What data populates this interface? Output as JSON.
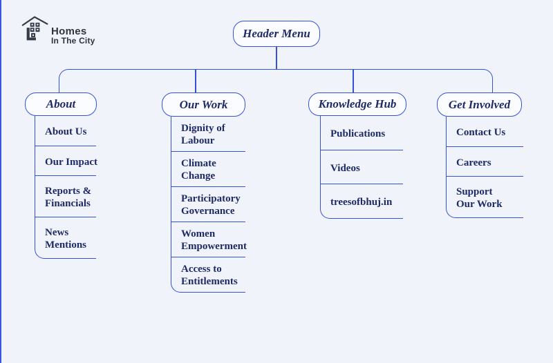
{
  "page": {
    "background_color": "#f1f3fb",
    "line_color": "#3351d8",
    "text_color": "#1d2a66",
    "node_fill_color": "#fbfcff",
    "left_edge_color": "#3b56e0"
  },
  "logo": {
    "name": "Homes In The City",
    "line1": "Homes",
    "line2": "In The City",
    "icon": "house-logo-icon",
    "icon_color": "#343a46"
  },
  "root": {
    "label": "Header Menu"
  },
  "branches": [
    {
      "label": "About",
      "items": [
        "About Us",
        "Our Impact",
        "Reports &\nFinancials",
        "News\nMentions"
      ]
    },
    {
      "label": "Our Work",
      "items": [
        "Dignity of\nLabour",
        "Climate\nChange",
        "Participatory\nGovernance",
        "Women\nEmpowerment",
        "Access to\nEntitlements"
      ]
    },
    {
      "label": "Knowledge Hub",
      "items": [
        "Publications",
        "Videos",
        "treesofbhuj.in"
      ]
    },
    {
      "label": "Get Involved",
      "items": [
        "Contact Us",
        "Careers",
        "Support\nOur Work"
      ]
    }
  ]
}
